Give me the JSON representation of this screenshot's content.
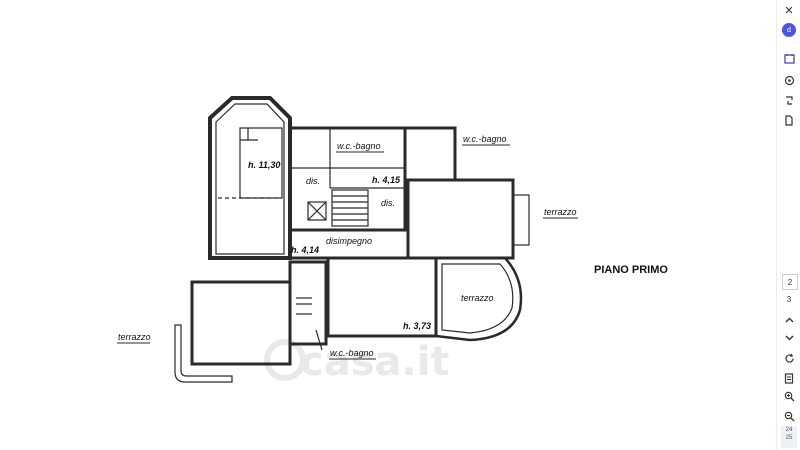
{
  "plan": {
    "title": "PIANO PRIMO",
    "rooms": {
      "height_tower": "h. 11,30",
      "wc_bagno_top": "w.c.-bagno",
      "wc_bagno_top_right": "w.c.-bagno",
      "dis_left": "dis.",
      "dis_right": "dis.",
      "height_stair": "h. 4,15",
      "terrazzo_right": "terrazzo",
      "disimpegno": "disimpegno",
      "height_disimpegno": "h. 4,14",
      "terrazzo_round": "terrazzo",
      "terrazzo_left": "terrazzo",
      "height_room": "h. 3,73",
      "wc_bagno_bottom": "w.c.-bagno"
    },
    "watermark": "casa.it"
  },
  "toolbar": {
    "close": "✕",
    "avatar_badge": "d",
    "page_current": "2",
    "page_next": "3",
    "thumb_a": "24",
    "thumb_b": "25"
  },
  "colors": {
    "accent": "#4a55e0",
    "wall": "#2a2a2a",
    "watermark": "#e9e9e9"
  }
}
